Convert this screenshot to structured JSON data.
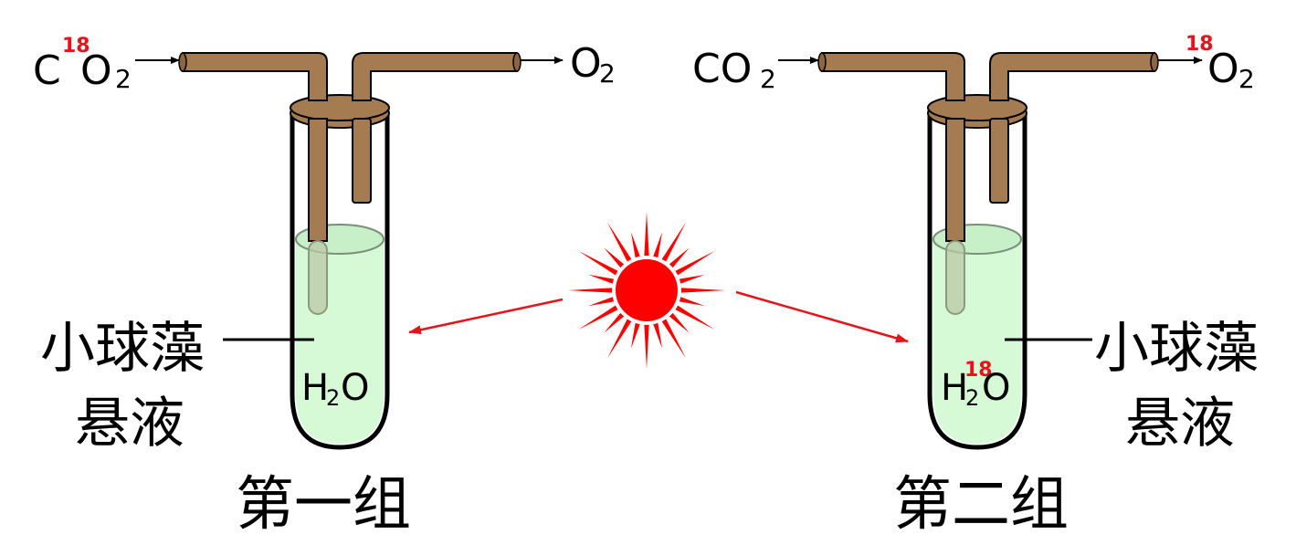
{
  "colors": {
    "tube_brown": "#a57c52",
    "suspension_green": "#d6f9d6",
    "isotope_red": "#e8121b",
    "sun_red": "#ff0000",
    "glass_outline": "#000000"
  },
  "group1": {
    "in_gas": {
      "base": "C",
      "iso": "18",
      "rest": "O",
      "sub": "2"
    },
    "out_gas": {
      "base": "O",
      "sub": "2"
    },
    "label_line1": "小球藻",
    "label_line2": "悬液",
    "water": {
      "pre": "H",
      "sub": "2",
      "post": "O"
    },
    "caption": "第一组"
  },
  "group2": {
    "in_gas": {
      "base": "CO",
      "sub": "2"
    },
    "out_gas": {
      "iso": "18",
      "base": "O",
      "sub": "2"
    },
    "label_line1": "小球藻",
    "label_line2": "悬液",
    "water": {
      "pre": "H",
      "sub": "2",
      "iso": "18",
      "post": "O"
    },
    "caption": "第二组"
  },
  "icons": {
    "light_source": "sun-icon"
  }
}
